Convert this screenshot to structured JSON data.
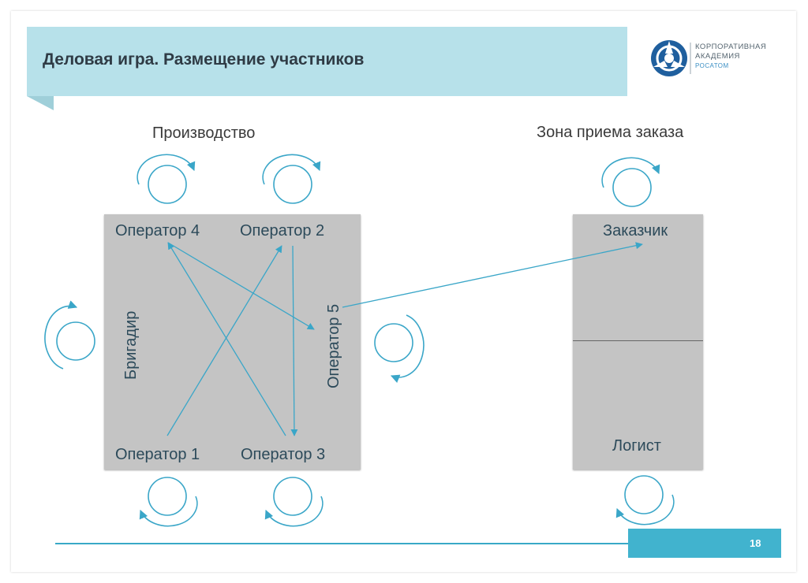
{
  "slide": {
    "title": "Деловая игра. Размещение участников",
    "page_number": "18"
  },
  "logo": {
    "line1": "КОРПОРАТИВНАЯ",
    "line2": "АКАДЕМИЯ",
    "line3": "РОСАТОМ"
  },
  "sections": {
    "production": "Производство",
    "order_zone": "Зона приема заказа"
  },
  "roles": {
    "operator4": "Оператор 4",
    "operator2": "Оператор 2",
    "operator1": "Оператор 1",
    "operator3": "Оператор 3",
    "operator5": "Оператор 5",
    "brigadir": "Бригадир",
    "customer": "Заказчик",
    "logist": "Логист"
  },
  "colors": {
    "header_bg": "#b7e1ea",
    "table_bg": "#c4c4c4",
    "arrow": "#3aa6c8",
    "accent": "#41b3ce"
  }
}
